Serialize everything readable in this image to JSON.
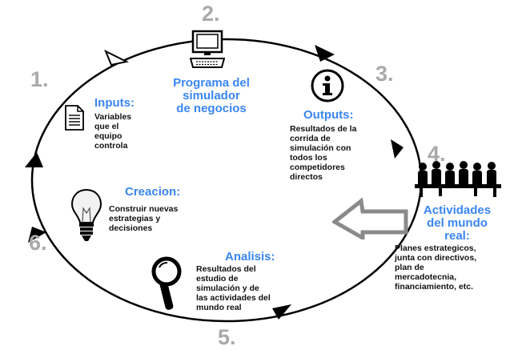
{
  "steps": [
    {
      "number": "1.",
      "title": "Inputs:",
      "text": "Variables\nque el\nequipo\ncontrola",
      "icon": "document-icon"
    },
    {
      "number": "2.",
      "title": "Programa del\nsimulador\nde negocios",
      "text": "",
      "icon": "computer-icon"
    },
    {
      "number": "3.",
      "title": "Outputs:",
      "text": "Resultados de la\ncorrida de\nsimulación con\ntodos los\ncompetidores\ndirectos",
      "icon": "info-icon"
    },
    {
      "number": "4.",
      "title": "Actividades\ndel mundo\nreal:",
      "text": "Planes estrategicos,\njunta con directivos,\nplan de\nmercadotecnia,\nfinanciamiento, etc.",
      "icon": "meeting-people-icon"
    },
    {
      "number": "5.",
      "title": "Analisis:",
      "text": "Resultados del\nestudio de\nsimulación y de\nlas actividades del\nmundo real",
      "icon": "magnifier-icon"
    },
    {
      "number": "6.",
      "title": "Creacion:",
      "text": "Construir nuevas\nestrategias y\ndecisiones",
      "icon": "lightbulb-icon"
    }
  ],
  "colors": {
    "number": "#a9a9a9",
    "title": "#3a86f2",
    "text": "#111111",
    "cycle": "#000000"
  }
}
